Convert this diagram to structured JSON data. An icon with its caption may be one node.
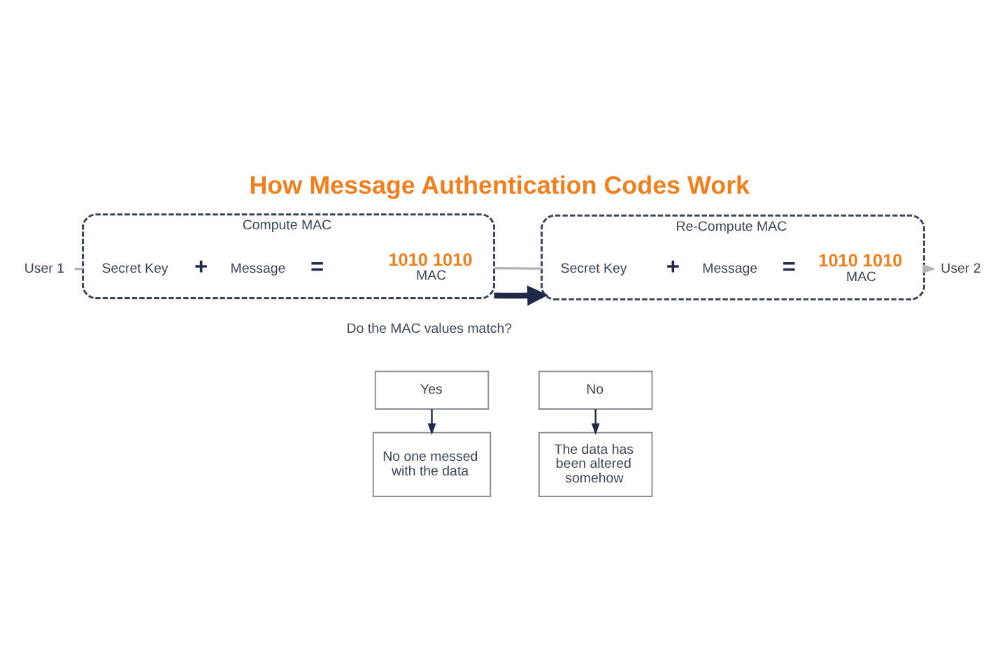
{
  "diagram": {
    "title": "How Message Authentication Codes Work",
    "nodes": [
      {
        "text": [
          "User 1"
        ]
      },
      {
        "text": [
          "Compute MAC"
        ]
      },
      {
        "text": [
          "Secret Key"
        ],
        "in": 1
      },
      {
        "text": [
          "Message"
        ],
        "in": 1
      },
      {
        "text": [
          "1010 1010",
          "MAC"
        ],
        "in": 1
      },
      {
        "text": [
          "Re-Compute MAC"
        ]
      },
      {
        "text": [
          "Secret Key"
        ],
        "in": 5
      },
      {
        "text": [
          "Message"
        ],
        "in": 5
      },
      {
        "text": [
          "1010 1010",
          "MAC"
        ],
        "in": 5
      },
      {
        "text": [
          "User 2"
        ]
      },
      {
        "text": [
          "Yes"
        ]
      },
      {
        "text": [
          "No"
        ]
      },
      {
        "text": [
          "No one messed with the data"
        ]
      },
      {
        "text": [
          "The data has been altered somehow"
        ]
      }
    ],
    "edges": [
      {
        "from": 0,
        "to": 1,
        "arrow": "none",
        "color": "#b3b3b3"
      },
      {
        "from": 1,
        "to": 5,
        "arrow": "to",
        "style": "thick",
        "color": "#1f2a4a"
      },
      {
        "from": 1,
        "to": 5,
        "arrow": "none",
        "color": "#b3b3b3"
      },
      {
        "from": 5,
        "to": 9,
        "arrow": "to",
        "color": "#b3b3b3"
      },
      {
        "from": 10,
        "to": 12,
        "arrow": "to",
        "color": "#1f2a4a"
      },
      {
        "from": 11,
        "to": 13,
        "arrow": "to",
        "color": "#1f2a4a"
      }
    ],
    "labels": [
      "+",
      "=",
      "+",
      "=",
      "Do the MAC values match?"
    ]
  }
}
